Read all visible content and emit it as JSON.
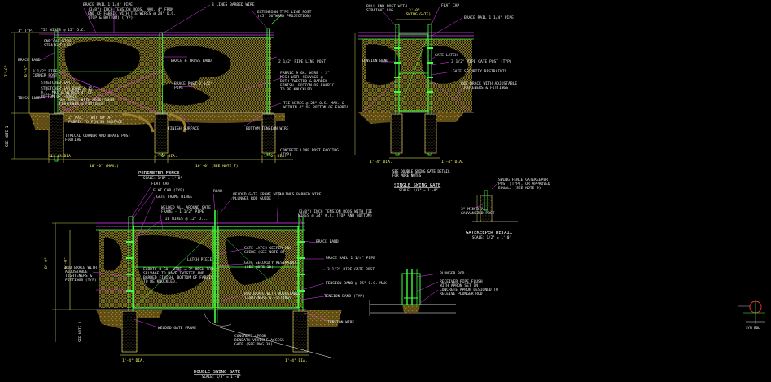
{
  "colors": {
    "background": "#000000",
    "fabric": "#d9c23a",
    "post": "#3dff3d",
    "concrete": "#e8d36a",
    "soil": "#7a6420",
    "dimension": "#ffff66",
    "leader": "#e53bff",
    "text": "#e8e8e8",
    "title": "#ffffff"
  },
  "perimeter": {
    "title": "PERIMETER FENCE",
    "scale": "SCALE: 1/8\" = 1'-0\"",
    "labels": {
      "brace_rail": "BRACE RAIL 1 1/4\" PIPE",
      "tension_rods": "(3/8\") INCH TENSION RODS, MAX. 4\" FROM",
      "tension_rods2": "END OF FABRIC WITH TIE WIRES @ 24\" O.C.",
      "tension_rods3": "(TOP & BOTTOM) (TYP)",
      "barbed_wire": "3 LINES BARBED WIRE",
      "extension_arm": "EXTENSION TYPE LINE POST",
      "extension_arm2": "(45\" OUTWARD PROJECTION)",
      "tie_wires": "TIE WIRES @ 12\" O.C.",
      "end_cap": "END CAP WITH",
      "end_cap2": "STRAIGHT LUG",
      "brace_band": "BRACE BAND",
      "corner_post": "3 1/2\" PIPE",
      "corner_post2": "CORNER POST",
      "truss_band": "TRUSS BAND",
      "stretcher_bar": "STRETCHER BAR",
      "stretcher_band": "STRETCHER BAR BAND @ 15\"",
      "stretcher_band2": "O.C. MAX & WITHIN 4\" OF",
      "stretcher_band3": "BOTTOM OF FABRIC",
      "brace_truss": "BRACE & TRUSS BAND",
      "brace_post": "BRACE POST 2 1/2\"",
      "brace_post2": "PIPE",
      "line_post": "2 1/2\" PIPE LINE POST",
      "fabric": "FABRIC 9 GA. WIRE - 2\"",
      "fabric2": "MESH WITH SELVAGE @",
      "fabric3": "BOTH TWISTED & BARBED",
      "fabric4": "FINISH. BOTTOM OF FABRIC",
      "fabric5": "TO BE KNUCKLED.",
      "rod_brace": "ROD BRACE WITH ADJUSTABLE",
      "rod_brace2": "TIGHTENER & FITTINGS",
      "tie_wires_max": "TIE WIRES @ 24\" O.C. MAX. &",
      "tie_wires_max2": "WITHIN 4\" OF BOTTOM OF FABRIC",
      "grade": "2\" MAX. - BOTTOM OF",
      "grade2": "FABRIC TO FINISH SURFACE",
      "finish_surface": "FINISH SURFACE",
      "bottom_tension": "BOTTOM TENSION WIRE",
      "footing": "TYPICAL CORNER AND BRACE POST",
      "footing2": "FOOTING",
      "concrete_footing": "CONCRETE LINE POST FOOTING",
      "concrete_footing2": "(TYP)",
      "dim_top": "1\" TYP.",
      "dim_height": "7'-0\"",
      "dim_height2": "6'-0\"",
      "see_note": "SEE NOTE 1",
      "dim_dia1": "1'-4\" DIA.",
      "dim_span": "10'-0\" (MAX.)",
      "dim_dia2": "1'-0\" DIA.",
      "dim_span2": "10'-0\" (SEE NOTE 7)",
      "dim_dia3": "1'-0\" DIA."
    }
  },
  "single_gate": {
    "title": "SINGLE SWING GATE",
    "scale": "SCALE: 1/8\" = 1'-0\"",
    "labels": {
      "pull_end": "PULL END POST WITH",
      "pull_end2": "STRAIGHT LUG",
      "swing_dim": "3'-0\"",
      "swing_dim2": "(SWING GATE)",
      "flat_cap": "FLAT CAP",
      "brace_rail": "BRACE RAIL 1 1/4\" PIPE",
      "tension_band": "TENSION BAND",
      "gate_latch": "GATE LATCH",
      "gate_post": "3 1/2\" PIPE GATE POST (TYP)",
      "security": "GATE SECURITY RESTRAINTS",
      "rod_brace": "ROD BRACE WITH ADJUSTABLE",
      "rod_brace2": "TIGHTENERS & FITTINGS",
      "dim_dia": "1'-4\" DIA.",
      "dim_dia2": "1'-4\" DIA.",
      "see_note": "SEE DOUBLE SWING GATE DETAIL",
      "see_note2": "FOR MORE NOTES"
    }
  },
  "keeper": {
    "title": "GATEKEEPER DETAIL",
    "scale": "SCALE: 1/2\" = 1'-0\"",
    "labels": {
      "gate": "SWING FENCE GATEKEEPER",
      "gate2": "POST (TYP), OR APPROVED",
      "gate3": "EQUAL. (SEE NOTE 9)",
      "post": "3\" MIN DIA.",
      "post2": "GALVANIZED POST"
    }
  },
  "double_gate": {
    "title": "DOUBLE SWING GATE",
    "scale": "SCALE: 1/8\" = 1'-0\"",
    "labels": {
      "flat_cap": "FLAT CAP",
      "flat_cap2": "FLAT CAP (TYP)",
      "gate_hinge": "GATE FRAME HINGE",
      "welded_gate": "WELDED ALL AROUND GATE",
      "welded_gate2": "FRAME - 1 1/2\" PIPE",
      "tie_wires": "TIE WIRES @ 12\" O.C.",
      "road": "ROAD",
      "welded_frame": "WELDED GATE FRAME WITH",
      "welded_frame2": "PLUNGER ROD GUIDE",
      "barbed": "3 LINES BARBED WIRE",
      "tension_rods": "(3/8\") INCH TENSION RODS WITH TIE",
      "tension_rods2": "WIRES @ 24\" O.C. (TOP AND BOTTOM)",
      "brace_band": "BRACE BAND",
      "fabric": "FABRIC 9 GA. WIRE - 2\" MESH TOP",
      "fabric2": "SELVAGE TO HAVE TWISTED AND",
      "fabric3": "BARBED FINISH, BOTTOM OF FABRIC",
      "fabric4": "TO BE KNUCKLED.",
      "latch": "LATCH PIECE",
      "gate_latch": "GATE LATCH KEEPER AND",
      "gate_latch2": "GUIDE (SEE NOTE 8)",
      "security": "GATE SECURITY RESTRAINT",
      "security2": "(SEE NOTE 10)",
      "brace_rail": "BRACE RAIL 1 1/4\" PIPE",
      "gate_post": "3 1/2\" PIPE GATE POST",
      "tension_band": "TENSION BAND @ 15\" O.C. MAX",
      "rod_brace": "ROD BRACE WITH ADJUSTABLE",
      "rod_brace2": "TIGHTENERS & FITTINGS",
      "rod_left": "ROD BRACE WITH",
      "rod_left2": "ADJUSTABLE",
      "rod_left3": "TIGHTENERS &",
      "rod_left4": "FITTINGS (TYP)",
      "tension": "TENSION BAND (TYP)",
      "tension_wire": "TENSION WIRE",
      "welded_frame3": "WELDED GATE FRAME",
      "concrete": "CONCRETE APRON",
      "concrete2": "BENEATH VEHICLE ACCESS",
      "concrete3": "GATE (SEE DWG 3B)",
      "plunger": "PLUNGER ROD",
      "receiver": "RECEIVER PIPE FLUSH",
      "receiver2": "WITH APRON SET IN",
      "receiver3": "CONCRETE APRON DESIGNED TO",
      "receiver4": "RECEIVE PLUNGER ROD",
      "dim_height": "8'-0\"",
      "dim_height2": "6'-0\"",
      "see_note": "SEE NOTE 1",
      "dim_dia": "1'-4\" DIA.",
      "dim_dia2": "1'-4\" DIA."
    }
  },
  "symbol": {
    "caption": "SYM BOL"
  }
}
